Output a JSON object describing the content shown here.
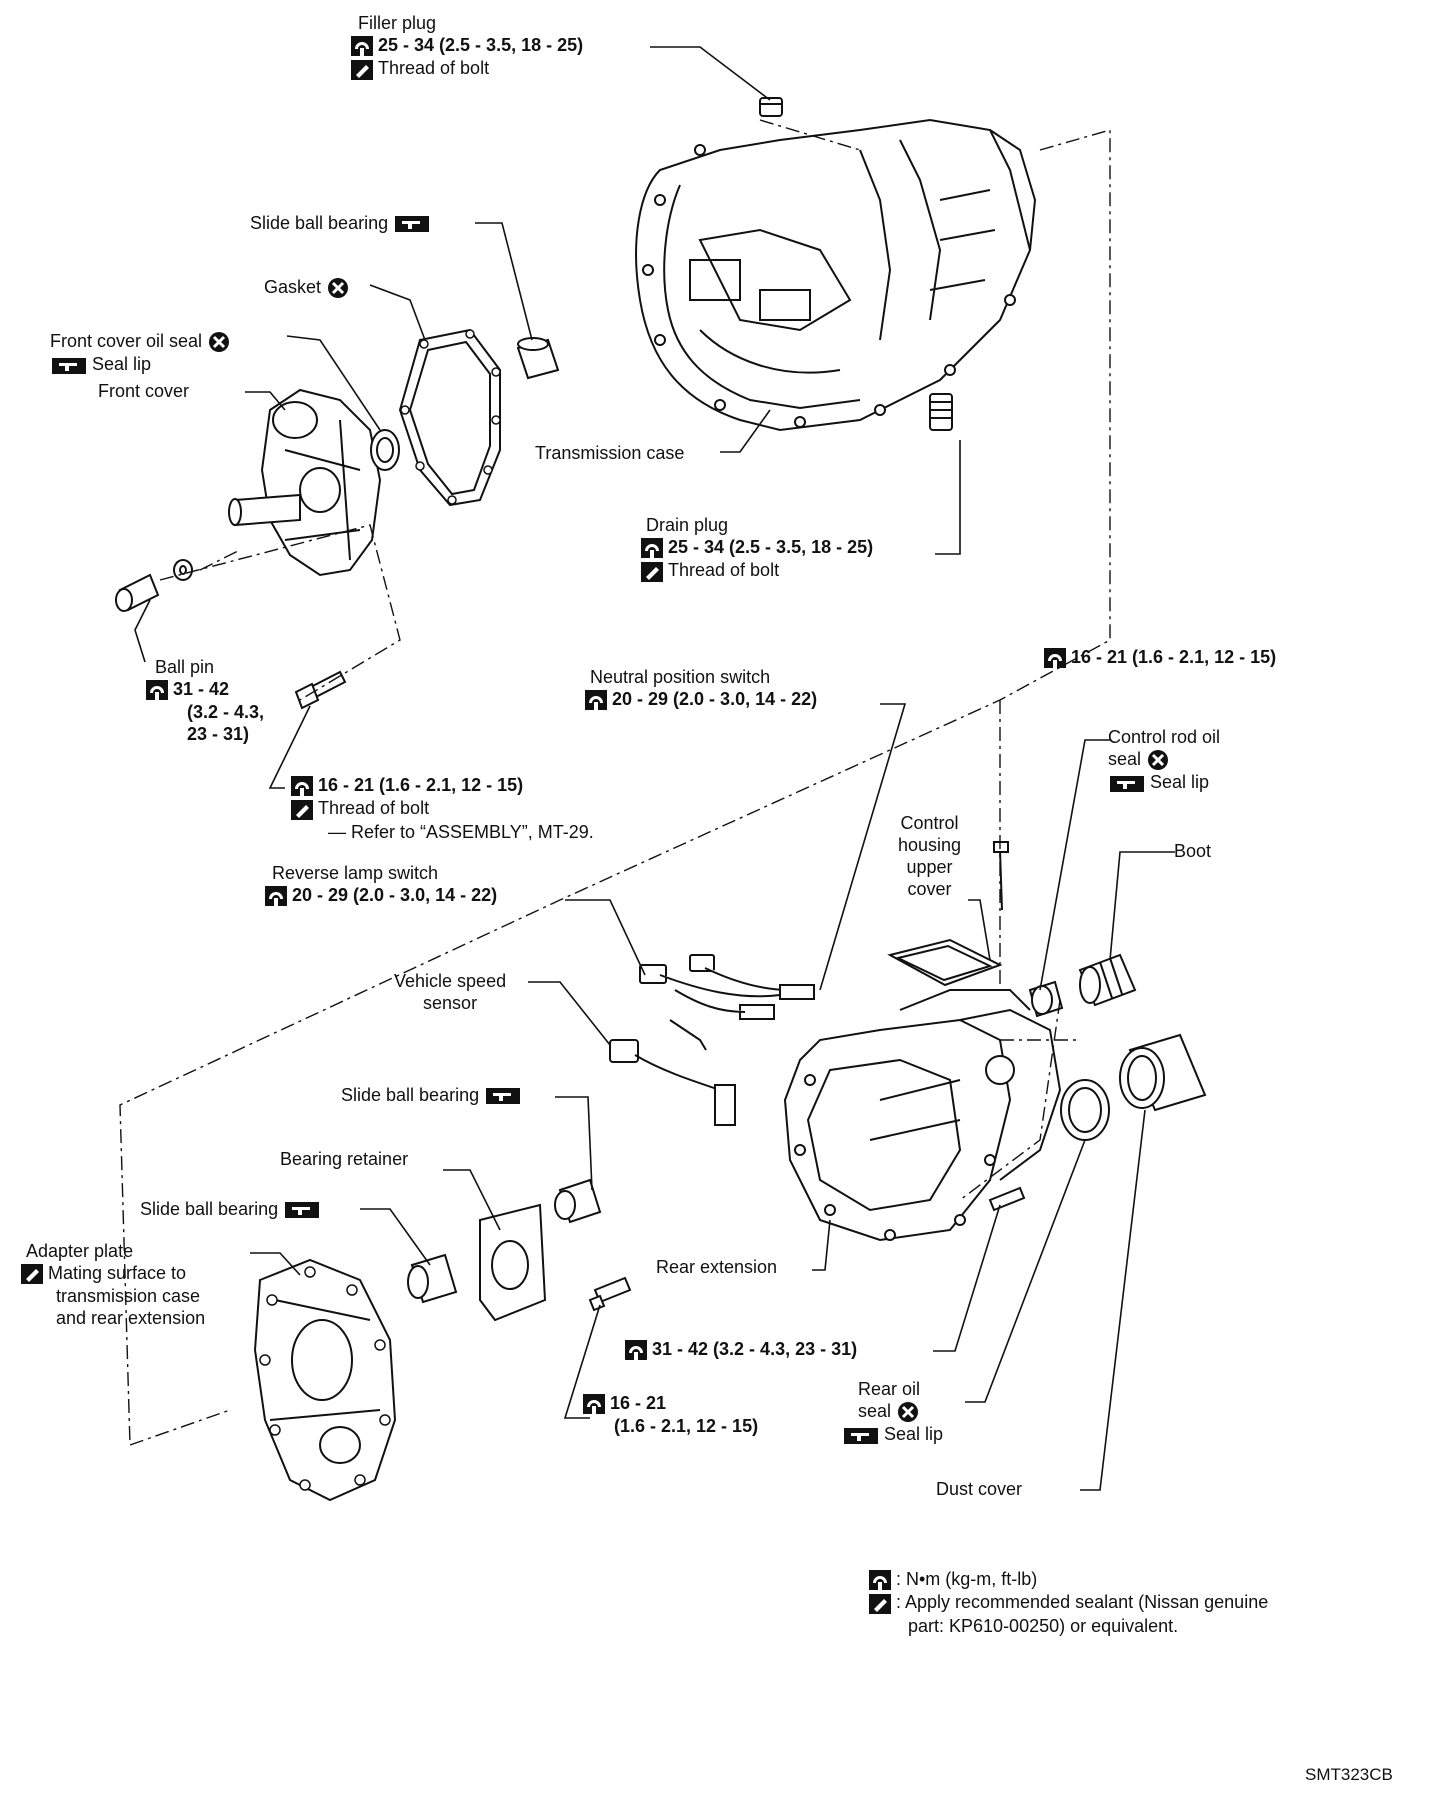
{
  "filler_plug": {
    "name": "Filler plug",
    "torque": "25 - 34 (2.5 - 3.5, 18 - 25)",
    "sealant": "Thread of bolt"
  },
  "slide_ball_bearing_top": "Slide ball bearing",
  "gasket": "Gasket",
  "front_cover_oil_seal": {
    "name": "Front cover oil seal",
    "seal_lip": "Seal lip"
  },
  "front_cover": "Front cover",
  "transmission_case": "Transmission case",
  "drain_plug": {
    "name": "Drain plug",
    "torque": "25 - 34 (2.5 - 3.5, 18 - 25)",
    "sealant": "Thread of bolt"
  },
  "ball_pin": {
    "name": "Ball pin",
    "torque_1": "31 - 42",
    "torque_2": "(3.2 - 4.3,",
    "torque_3": "23 - 31)"
  },
  "neutral_position_switch": {
    "name": "Neutral position switch",
    "torque": "20 - 29 (2.0 - 3.0, 14 - 22)"
  },
  "case_bolt_torque": "16 - 21 (1.6 - 2.1, 12 - 15)",
  "front_cover_bolt": {
    "torque": "16 - 21 (1.6 - 2.1, 12 - 15)",
    "sealant": "Thread of bolt",
    "note": "— Refer to “ASSEMBLY”, MT-29."
  },
  "control_rod_oil_seal": {
    "line1": "Control rod oil",
    "line2": "seal",
    "seal_lip": "Seal lip"
  },
  "control_housing": {
    "line1": "Control",
    "line2": "housing",
    "line3": "upper",
    "line4": "cover"
  },
  "boot": "Boot",
  "reverse_lamp_switch": {
    "name": "Reverse lamp switch",
    "torque": "20 - 29 (2.0 - 3.0, 14 - 22)"
  },
  "vehicle_speed_sensor": {
    "line1": "Vehicle speed",
    "line2": "sensor"
  },
  "slide_ball_bearing_mid": "Slide ball bearing",
  "bearing_retainer": "Bearing retainer",
  "slide_ball_bearing_low": "Slide ball bearing",
  "adapter_plate": {
    "name": "Adapter plate",
    "line1": "Mating surface to",
    "line2": "transmission case",
    "line3": "and rear extension"
  },
  "rear_extension": "Rear extension",
  "rear_ext_bolt_torque": "31 - 42 (3.2 - 4.3, 23 - 31)",
  "retainer_bolt": {
    "torque_1": "16 - 21",
    "torque_2": "(1.6 - 2.1, 12 - 15)"
  },
  "rear_oil_seal": {
    "line1": "Rear oil",
    "line2": "seal",
    "seal_lip": "Seal lip"
  },
  "dust_cover": "Dust cover",
  "legend": {
    "torque_unit": ": N•m (kg-m, ft-lb)",
    "sealant_1": ": Apply recommended sealant (Nissan genuine",
    "sealant_2": "part: KP610-00250) or equivalent."
  },
  "figure_code": "SMT323CB",
  "icons": [
    "torque-wrench-icon",
    "sealant-icon",
    "bearing-grease-icon",
    "replace-x-icon"
  ]
}
